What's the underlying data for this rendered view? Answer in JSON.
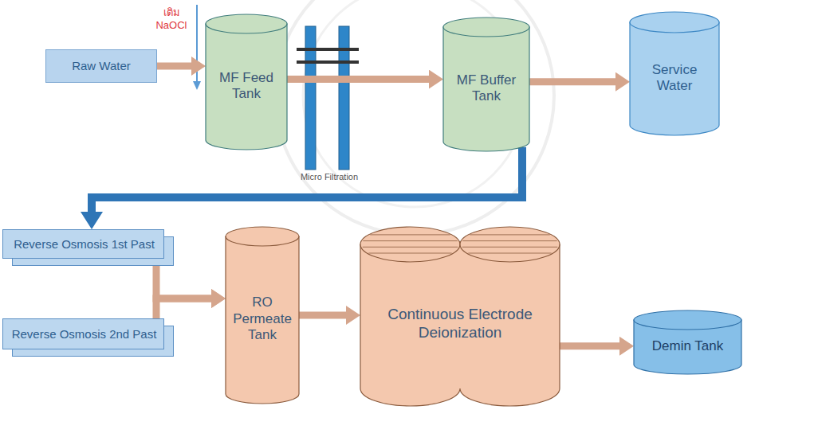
{
  "diagram": {
    "nodes": [
      {
        "text": [
          "Raw Water"
        ]
      },
      {
        "text": [
          "MF Feed Tank"
        ]
      },
      {
        "text": [
          "MF Buffer Tank"
        ]
      },
      {
        "text": [
          "Service Water"
        ]
      },
      {
        "text": [
          "Reverse Osmosis 1st Past"
        ]
      },
      {
        "text": [
          "Reverse Osmosis 2nd Past"
        ]
      },
      {
        "text": [
          "RO Permeate Tank"
        ]
      },
      {
        "text": [
          "Continuous Electrode Deionization"
        ]
      },
      {
        "text": [
          "Demin Tank"
        ]
      }
    ],
    "edges": [
      {
        "from": 0,
        "to": 1,
        "arrow": "to"
      },
      {
        "from": 1,
        "to": 2,
        "arrow": "to"
      },
      {
        "from": 2,
        "to": 3,
        "arrow": "to"
      },
      {
        "from": 2,
        "to": 4,
        "arrow": "to"
      },
      {
        "from": 4,
        "to": 6,
        "arrow": "to"
      },
      {
        "from": 5,
        "to": 6,
        "arrow": "to"
      },
      {
        "from": 6,
        "to": 7,
        "arrow": "to"
      },
      {
        "from": 7,
        "to": 8,
        "arrow": "to"
      }
    ],
    "labels": [
      "เติม NaOCl",
      "Micro Filtration"
    ]
  }
}
